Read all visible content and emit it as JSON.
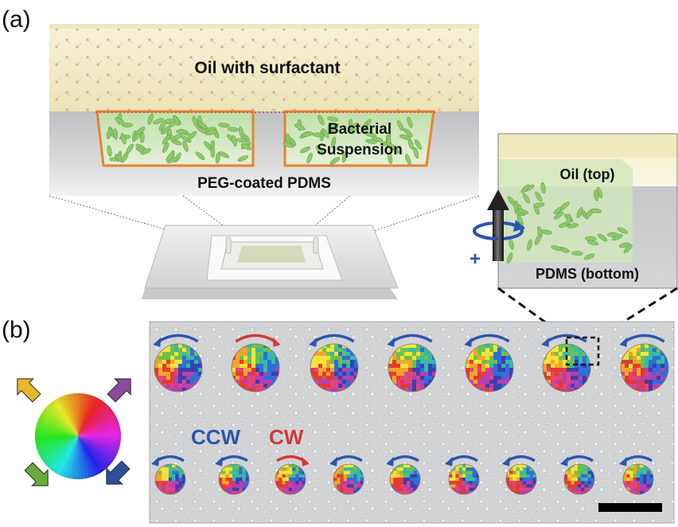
{
  "panel_a": {
    "label": "(a)",
    "oil_label": "Oil with surfactant",
    "suspension_label_line1": "Bacterial",
    "suspension_label_line2": "Suspension",
    "pdms_label": "PEG-coated PDMS",
    "inset": {
      "top_label": "Oil (top)",
      "bottom_label": "PDMS (bottom)",
      "sign": "+"
    }
  },
  "panel_b": {
    "label": "(b)",
    "ccw_label": "CCW",
    "cw_label": "CW",
    "top_row_rotation": [
      "CCW",
      "CW",
      "CCW",
      "CCW",
      "CCW",
      "CCW",
      "CCW"
    ],
    "bottom_row_rotation": [
      "CCW",
      "CCW",
      "CW",
      "CCW",
      "CCW",
      "CCW",
      "CCW",
      "CCW",
      "CCW"
    ]
  },
  "colors": {
    "ccw_arrow": "#2b55b0",
    "cw_arrow": "#d13a3a",
    "oil": "#f4efcc",
    "pdms": "#c8c9cb",
    "chamber_outline": "#e8822c",
    "arrow_yellow": "#e7b82a",
    "arrow_purple": "#8e4a9e",
    "arrow_green": "#6aaa3a",
    "arrow_blue": "#2d4f9c"
  }
}
